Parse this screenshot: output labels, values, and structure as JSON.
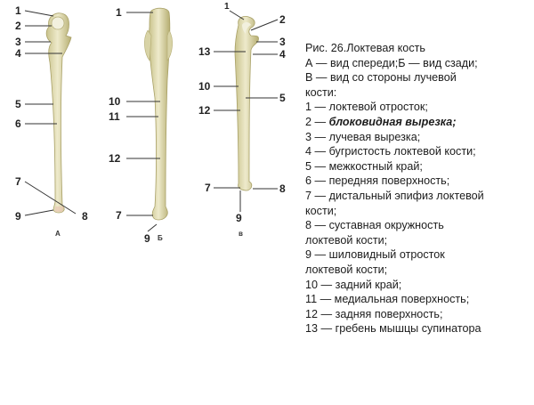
{
  "caption": {
    "title": "Рис. 26.Локтевая кость",
    "views_line1": "А — вид спереди;Б — вид сзади;",
    "views_line2": "В — вид со стороны лучевой",
    "views_line3": "кости:",
    "items": [
      {
        "n": "1",
        "text": "1 — локтевой отросток;"
      },
      {
        "n": "2",
        "text_prefix": "2 — ",
        "text": "блоковидная вырезка;"
      },
      {
        "n": "3",
        "text": "3 — лучевая вырезка;"
      },
      {
        "n": "4",
        "text": "4 — бугристость локтевой кости;"
      },
      {
        "n": "5",
        "text": "5 — межкостный край;"
      },
      {
        "n": "6",
        "text": "6 — передняя поверхность;"
      },
      {
        "n": "7a",
        "text": "7 — дистальный эпифиз локтевой"
      },
      {
        "n": "7b",
        "text": "кости;"
      },
      {
        "n": "8a",
        "text": "8 — суставная окружность"
      },
      {
        "n": "8b",
        "text": "локтевой кости;"
      },
      {
        "n": "9a",
        "text": "9 — шиловидный отросток"
      },
      {
        "n": "9b",
        "text": "локтевой кости;"
      },
      {
        "n": "10",
        "text": "10 — задний край;"
      },
      {
        "n": "11",
        "text": "11 — медиальная поверхность;"
      },
      {
        "n": "12",
        "text": "12 — задняя поверхность;"
      },
      {
        "n": "13",
        "text": "13 — гребень мышцы супинатора"
      }
    ]
  },
  "figures": {
    "A": {
      "view_label": "А",
      "labels": [
        "1",
        "2",
        "3",
        "4",
        "5",
        "6",
        "7",
        "9",
        "8"
      ]
    },
    "B": {
      "view_label": "Б",
      "labels": [
        "1",
        "10",
        "11",
        "12",
        "7",
        "9"
      ]
    },
    "C": {
      "view_label": "в",
      "labels": [
        "1",
        "2",
        "3",
        "13",
        "4",
        "10",
        "5",
        "12",
        "7",
        "8",
        "9"
      ]
    }
  },
  "colors": {
    "bone": "#e6e2b8",
    "bone_shadow": "#b9b27a",
    "leader_line": "#333333"
  }
}
